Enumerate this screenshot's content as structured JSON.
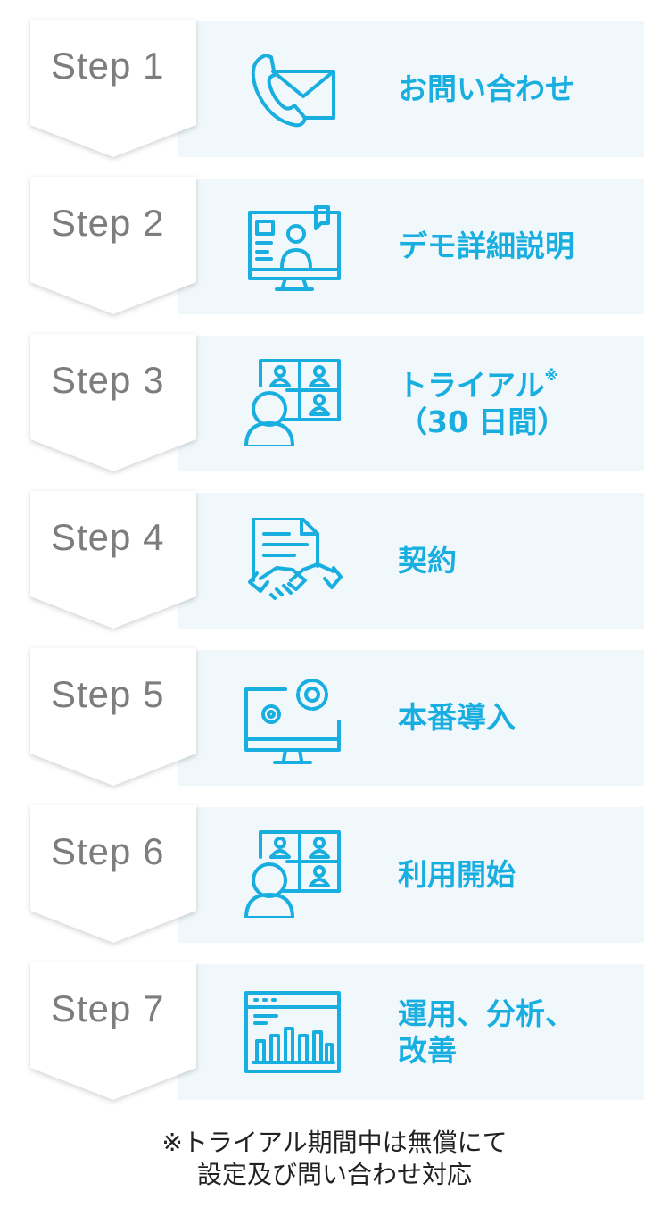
{
  "colors": {
    "accent": "#19aee0",
    "band": "#f0f8fc",
    "step_text": "#7d7d7d"
  },
  "steps": [
    {
      "step": "Step 1",
      "label": "お問い合わせ",
      "icon": "phone-mail-icon"
    },
    {
      "step": "Step 2",
      "label": "デモ詳細説明",
      "icon": "video-presentation-icon"
    },
    {
      "step": "Step 3",
      "label": "トライアル",
      "label_mark": "※",
      "label2": "（30 日間）",
      "icon": "video-conference-icon"
    },
    {
      "step": "Step 4",
      "label": "契約",
      "icon": "contract-handshake-icon"
    },
    {
      "step": "Step 5",
      "label": "本番導入",
      "icon": "monitor-gears-icon"
    },
    {
      "step": "Step 6",
      "label": "利用開始",
      "icon": "video-conference-icon"
    },
    {
      "step": "Step 7",
      "label": "運用、分析、",
      "label2": "改善",
      "icon": "analytics-dashboard-icon"
    }
  ],
  "footnote": {
    "line1": "※トライアル期間中は無償にて",
    "line2": "設定及び問い合わせ対応"
  }
}
